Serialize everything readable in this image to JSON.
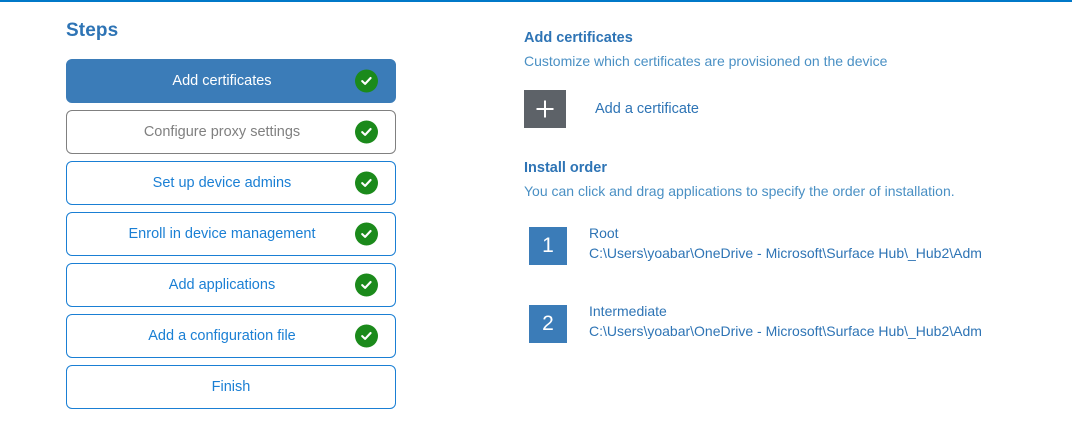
{
  "theme": {
    "accent_blue": "#0078c8",
    "link_blue": "#1a7fd4",
    "heading_blue": "#2e74b5",
    "selected_blue": "#3b7cb8",
    "check_green": "#1b8a1b",
    "muted_gray": "#808080",
    "tile_gray": "#5d6268"
  },
  "steps": {
    "title": "Steps",
    "items": [
      {
        "label": "Add certificates",
        "state": "current",
        "checked": true,
        "icon": "check-circle-icon"
      },
      {
        "label": "Configure proxy settings",
        "state": "muted",
        "checked": true,
        "icon": "check-circle-icon"
      },
      {
        "label": "Set up device admins",
        "state": "default",
        "checked": true,
        "icon": "check-circle-icon"
      },
      {
        "label": "Enroll in device management",
        "state": "default",
        "checked": true,
        "icon": "check-circle-icon"
      },
      {
        "label": "Add applications",
        "state": "default",
        "checked": true,
        "icon": "check-circle-icon"
      },
      {
        "label": "Add a configuration file",
        "state": "default",
        "checked": true,
        "icon": "check-circle-icon"
      },
      {
        "label": "Finish",
        "state": "default",
        "checked": false,
        "icon": ""
      }
    ]
  },
  "detail": {
    "title": "Add certificates",
    "subtitle": "Customize which certificates are provisioned on the device",
    "add_certificate": {
      "icon": "plus-icon",
      "label": "Add a certificate"
    },
    "install_order": {
      "title": "Install order",
      "subtitle": "You can click and drag applications to specify the order of installation.",
      "items": [
        {
          "number": "1",
          "name": "Root",
          "path": "C:\\Users\\yoabar\\OneDrive - Microsoft\\Surface Hub\\_Hub2\\Adm"
        },
        {
          "number": "2",
          "name": "Intermediate",
          "path": "C:\\Users\\yoabar\\OneDrive - Microsoft\\Surface Hub\\_Hub2\\Adm"
        }
      ]
    }
  }
}
